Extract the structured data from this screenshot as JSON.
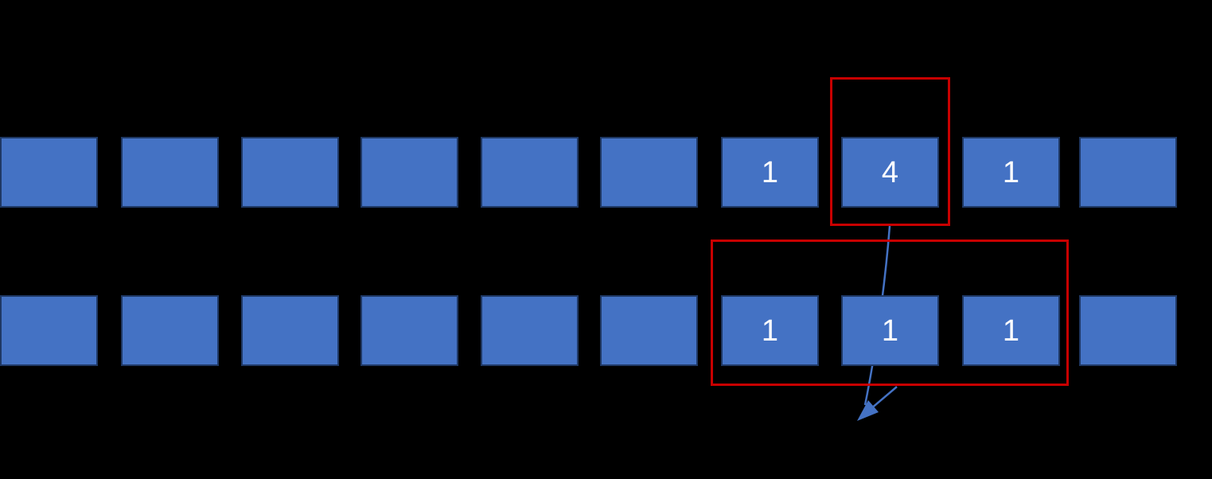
{
  "colors": {
    "background": "#000000",
    "cell-fill": "#4472C4",
    "cell-border": "#1F3864",
    "highlight-border": "#C80000",
    "arrow": "#4472C4",
    "digit-text": "#FFFFFF"
  },
  "rows": [
    {
      "name": "top",
      "cells": [
        "",
        "",
        "",
        "",
        "",
        "",
        "1",
        "4",
        "1",
        ""
      ]
    },
    {
      "name": "bottom",
      "cells": [
        "",
        "",
        "",
        "",
        "",
        "",
        "1",
        "1",
        "1",
        ""
      ]
    }
  ]
}
